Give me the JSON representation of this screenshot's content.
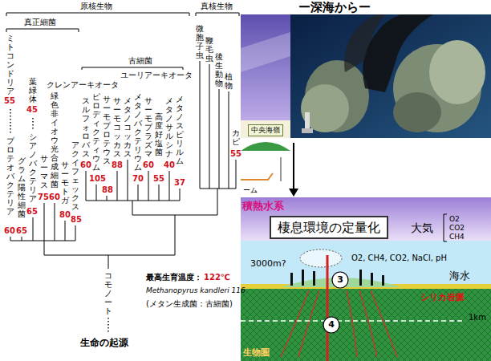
{
  "diagram": {
    "title": "ー深海からー",
    "nodes": [
      {
        "text": [
          "中央海嶺"
        ]
      },
      {
        "text": [
          "棲息環境の定量化"
        ]
      },
      {
        "text": [
          "3"
        ]
      },
      {
        "text": [
          "4"
        ]
      }
    ],
    "labels": [
      "原核生物",
      "真核生物",
      "真正細菌",
      "古細菌",
      "クレンアーキオータ",
      "ユーリアーキオータ",
      "ミトコンドリア",
      "55",
      "プロテオバクテリア",
      "60",
      "グラム陽性細菌",
      "65",
      "葉緑体",
      "45",
      "シアノバクテリア",
      "65",
      "サーマス",
      "75",
      "緑色非イオウ光合成細菌",
      "60",
      "サーモトガ",
      "80",
      "アクイフェックス",
      "85",
      "スルフォロバス",
      "60",
      "ピロディクティウム",
      "105",
      "サーモプロテウス",
      "88",
      "サーモコッカス",
      "88",
      "メタノコッカス",
      "メタノバクテリウム",
      "70",
      "サーモプラズマ",
      "60",
      "高度好塩菌",
      "55",
      "メタノサルシナ",
      "40",
      "メタノスピリルム",
      "37",
      "微胞子虫",
      "鞭毛虫",
      "後生動物",
      "植物",
      "カビ",
      "55",
      "コモノート",
      "生命の起源",
      "最高生育温度：",
      "122℃",
      "Methanopyrus kandleri 116",
      "(メタン生成菌：古細菌)",
      "ーム",
      "積熱水系",
      "大気",
      "O2",
      "CO2",
      "CH4",
      "海水",
      "O2, CH4, CO2, NaCl, pH",
      "3000m?",
      "シリカ岩脈",
      "1km",
      "生物圏"
    ]
  }
}
